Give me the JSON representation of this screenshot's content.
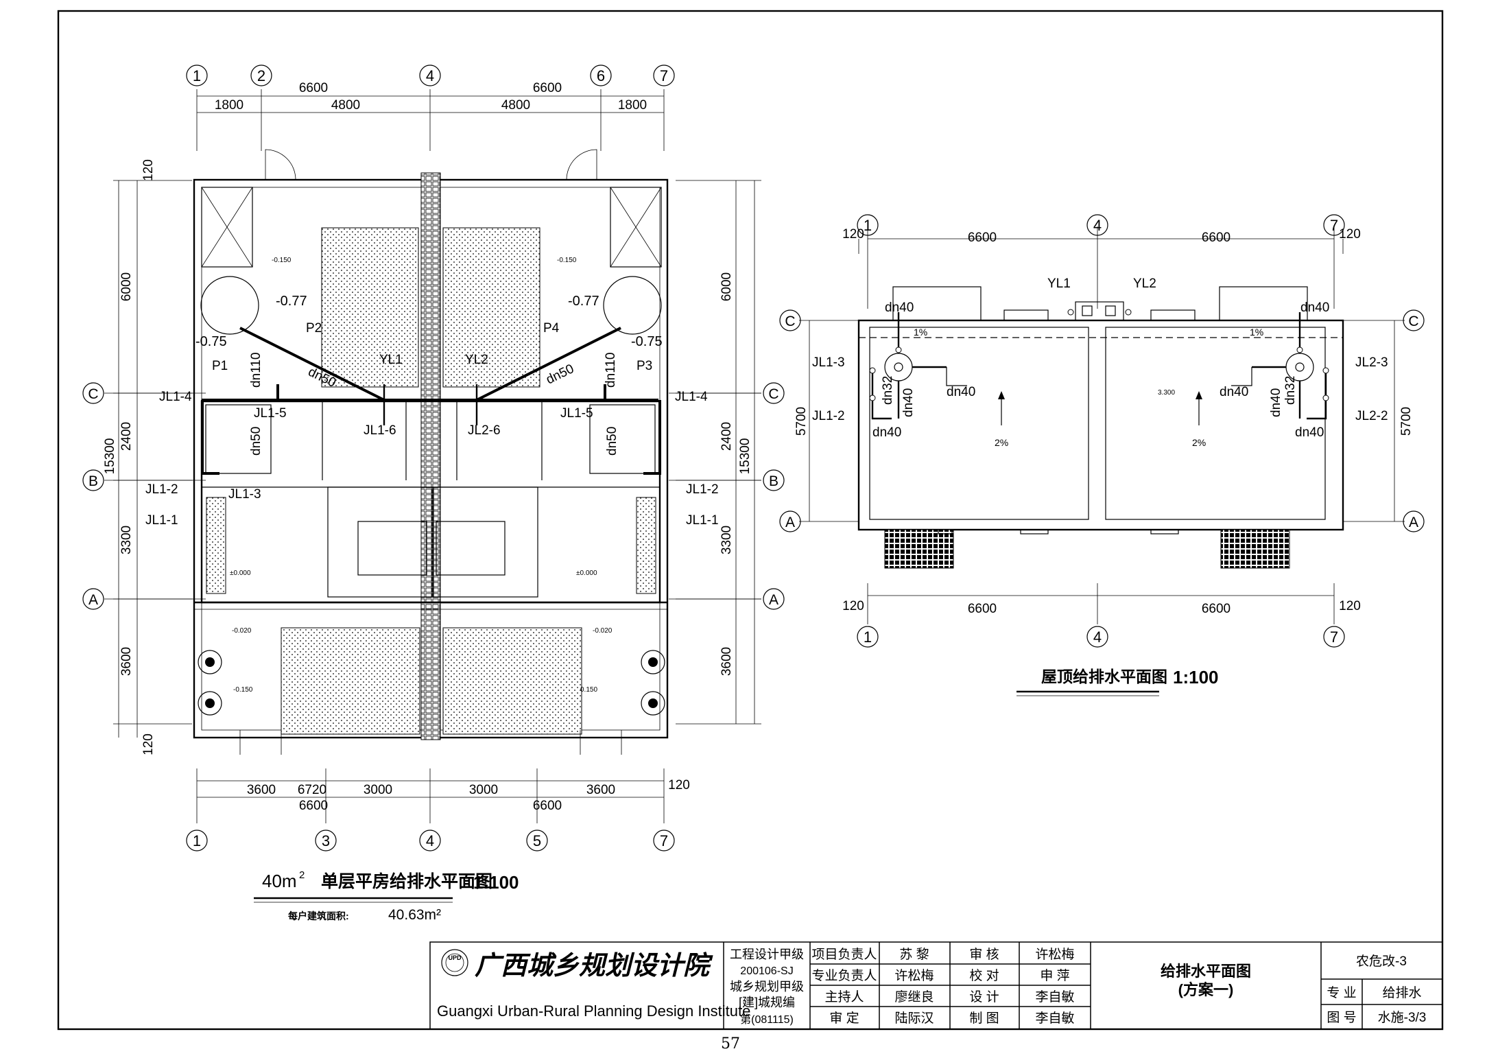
{
  "page_number": "57",
  "ground_floor": {
    "grid_top": [
      "1",
      "2",
      "4",
      "6",
      "7"
    ],
    "grid_bottom": [
      "1",
      "3",
      "4",
      "5",
      "7"
    ],
    "grid_side": [
      "C",
      "B",
      "A"
    ],
    "dims_top_total": [
      "6600",
      "6600"
    ],
    "dims_top_sub": [
      "1800",
      "4800",
      "4800",
      "1800"
    ],
    "dims_bottom_sub": [
      "3600",
      "6720",
      "3000",
      "3000",
      "3600",
      "120"
    ],
    "dims_bottom_total": [
      "6600",
      "6600"
    ],
    "dims_left": [
      "120",
      "6000",
      "15300",
      "2400",
      "3300",
      "3600",
      "120"
    ],
    "dims_right": [
      "6000",
      "2400",
      "15300",
      "3300",
      "3600"
    ],
    "pipe_labels": [
      "JL1-4",
      "JL1-5",
      "JL1-6",
      "JL1-3",
      "JL1-2",
      "JL1-1",
      "JL1-4",
      "JL1-5",
      "JL2-6",
      "JL1-2",
      "JL1-1",
      "YL1",
      "YL2",
      "P1",
      "P2",
      "P3",
      "P4"
    ],
    "pipe_sizes": [
      "dn110",
      "dn50",
      "dn50",
      "dn110",
      "dn50",
      "dn50"
    ],
    "elevations": [
      "-0.77",
      "-0.77",
      "-0.75",
      "-0.75",
      "-0.150",
      "-0.150",
      "±0.000",
      "±0.000",
      "-0.020",
      "-0.020",
      "-0.150",
      "0.150"
    ],
    "title_area": "40m",
    "title_area_sup": "2",
    "title_text": "单层平房给排水平面图",
    "title_scale": "1:100",
    "area_label": "每户建筑面积:",
    "area_value": "40.63m²"
  },
  "roof_plan": {
    "grid_top": [
      "1",
      "4",
      "7"
    ],
    "grid_bottom": [
      "1",
      "4",
      "7"
    ],
    "grid_left": [
      "C",
      "A"
    ],
    "grid_right": [
      "C",
      "A"
    ],
    "dims_top": [
      "120",
      "6600",
      "6600",
      "120"
    ],
    "dims_bottom": [
      "120",
      "6600",
      "6600",
      "120"
    ],
    "dims_side": [
      "5700",
      "5700"
    ],
    "pipe_labels": [
      "YL1",
      "YL2",
      "JL1-3",
      "JL1-2",
      "JL2-3",
      "JL2-2"
    ],
    "pipe_sizes": [
      "dn40",
      "dn40",
      "dn40",
      "dn32",
      "dn40",
      "dn40",
      "dn40",
      "dn32",
      "dn40",
      "dn40"
    ],
    "slopes": [
      "1%",
      "1%",
      "2%",
      "2%"
    ],
    "elevation": "3.300",
    "title_text": "屋顶给排水平面图",
    "title_scale": "1:100"
  },
  "title_block": {
    "logo_cn": "广西城乡规划设计院",
    "logo_en": "Guangxi Urban-Rural Planning Design Institute",
    "logo_badge": "UPD",
    "cert": [
      "工程设计甲级",
      "200106-SJ",
      "城乡规划甲级",
      "[建]城规编",
      "第(081115)"
    ],
    "roles": [
      {
        "role": "项目负责人",
        "name": "苏 黎",
        "role2": "审 核",
        "name2": "许松梅"
      },
      {
        "role": "专业负责人",
        "name": "许松梅",
        "role2": "校 对",
        "name2": "申 萍"
      },
      {
        "role": "主持人",
        "name": "廖继良",
        "role2": "设 计",
        "name2": "李自敏"
      },
      {
        "role": "审 定",
        "name": "陆际汉",
        "role2": "制 图",
        "name2": "李自敏"
      }
    ],
    "drawing_title": "给排水平面图",
    "drawing_subtitle": "(方案一)",
    "project": "农危改-3",
    "discipline_label": "专 业",
    "discipline": "给排水",
    "number_label": "图 号",
    "number": "水施-3/3"
  }
}
